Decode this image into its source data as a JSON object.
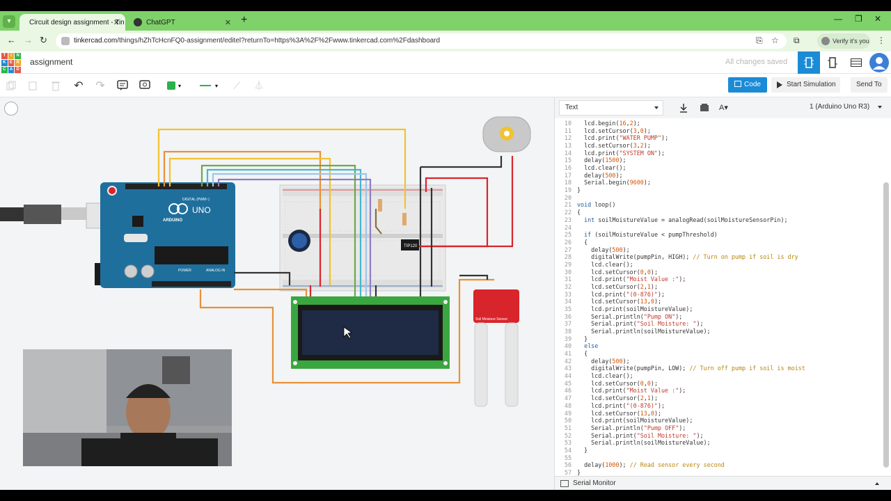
{
  "browser": {
    "tabs": [
      {
        "label": "Circuit design assignment - Tin",
        "active": true
      },
      {
        "label": "ChatGPT",
        "active": false
      }
    ],
    "url_host": "tinkercad.com",
    "url_path": "/things/hZhTcHcnFQ0-assignment/editel?returnTo=https%3A%2F%2Fwww.tinkercad.com%2Fdashboard",
    "verify_label": "Verify it's you"
  },
  "app": {
    "logo_letters": [
      "TIN",
      "KER",
      "CAD"
    ],
    "title": "assignment",
    "save_status": "All changes saved"
  },
  "toolbar": {
    "code_label": "Code",
    "simulate_label": "Start Simulation",
    "send_label": "Send To",
    "color_swatch": "#2bb24c"
  },
  "code_panel": {
    "mode": "Text",
    "device": "1 (Arduino Uno R3)",
    "serial_monitor_label": "Serial Monitor",
    "lines": [
      {
        "n": "10",
        "t": "  lcd.begin(16,2);"
      },
      {
        "n": "11",
        "t": "  lcd.setCursor(3,0);"
      },
      {
        "n": "12",
        "t": "  lcd.print(\"WATER PUMP\");"
      },
      {
        "n": "13",
        "t": "  lcd.setCursor(3,2);"
      },
      {
        "n": "14",
        "t": "  lcd.print(\"SYSTEM ON\");"
      },
      {
        "n": "15",
        "t": "  delay(1500);"
      },
      {
        "n": "16",
        "t": "  lcd.clear();"
      },
      {
        "n": "17",
        "t": "  delay(500);"
      },
      {
        "n": "18",
        "t": "  Serial.begin(9600);"
      },
      {
        "n": "19",
        "t": "}"
      },
      {
        "n": "20",
        "t": ""
      },
      {
        "n": "21",
        "t": "void loop()"
      },
      {
        "n": "22",
        "t": "{"
      },
      {
        "n": "23",
        "t": "  int soilMoistureValue = analogRead(soilMoistureSensorPin);"
      },
      {
        "n": "24",
        "t": ""
      },
      {
        "n": "25",
        "t": "  if (soilMoistureValue < pumpThreshold)"
      },
      {
        "n": "26",
        "t": "  {"
      },
      {
        "n": "27",
        "t": "    delay(500);"
      },
      {
        "n": "28",
        "t": "    digitalWrite(pumpPin, HIGH); // Turn on pump if soil is dry"
      },
      {
        "n": "29",
        "t": "    lcd.clear();"
      },
      {
        "n": "30",
        "t": "    lcd.setCursor(0,0);"
      },
      {
        "n": "31",
        "t": "    lcd.print(\"Moist Value :\");"
      },
      {
        "n": "32",
        "t": "    lcd.setCursor(2,1);"
      },
      {
        "n": "33",
        "t": "    lcd.print(\"(0-876)\");"
      },
      {
        "n": "34",
        "t": "    lcd.setCursor(13,0);"
      },
      {
        "n": "35",
        "t": "    lcd.print(soilMoistureValue);"
      },
      {
        "n": "36",
        "t": "    Serial.println(\"Pump ON\");"
      },
      {
        "n": "37",
        "t": "    Serial.print(\"Soil Moisture: \");"
      },
      {
        "n": "38",
        "t": "    Serial.println(soilMoistureValue);"
      },
      {
        "n": "39",
        "t": "  }"
      },
      {
        "n": "40",
        "t": "  else"
      },
      {
        "n": "41",
        "t": "  {"
      },
      {
        "n": "42",
        "t": "    delay(500);"
      },
      {
        "n": "43",
        "t": "    digitalWrite(pumpPin, LOW); // Turn off pump if soil is moist"
      },
      {
        "n": "44",
        "t": "    lcd.clear();"
      },
      {
        "n": "45",
        "t": "    lcd.setCursor(0,0);"
      },
      {
        "n": "46",
        "t": "    lcd.print(\"Moist Value :\");"
      },
      {
        "n": "47",
        "t": "    lcd.setCursor(2,1);"
      },
      {
        "n": "48",
        "t": "    lcd.print(\"(0-876)\");"
      },
      {
        "n": "49",
        "t": "    lcd.setCursor(13,0);"
      },
      {
        "n": "50",
        "t": "    lcd.print(soilMoistureValue);"
      },
      {
        "n": "51",
        "t": "    Serial.println(\"Pump OFF\");"
      },
      {
        "n": "52",
        "t": "    Serial.print(\"Soil Moisture: \");"
      },
      {
        "n": "53",
        "t": "    Serial.println(soilMoistureValue);"
      },
      {
        "n": "54",
        "t": "  }"
      },
      {
        "n": "55",
        "t": ""
      },
      {
        "n": "56",
        "t": "  delay(1000); // Read sensor every second"
      },
      {
        "n": "57",
        "t": "}"
      }
    ]
  },
  "circuit": {
    "arduino_label": "UNO",
    "arduino_brand": "ARDUINO",
    "arduino_digital": "DIGITAL (PWM~)",
    "arduino_power": "POWER",
    "arduino_analog": "ANALOG IN",
    "transistor_label": "TIP120",
    "sensor_label": "Soil Moisture Sensor"
  },
  "colors": {
    "arduino_blue": "#1f6f9d",
    "lcd_green": "#3aa63f",
    "lcd_screen": "#1f2a44",
    "sensor_red": "#d8242b",
    "code_string": "#c0392b",
    "code_comment": "#b8860b",
    "code_number": "#d35400",
    "code_keyword": "#1f5fa6",
    "accent_blue": "#1b8bd6"
  }
}
